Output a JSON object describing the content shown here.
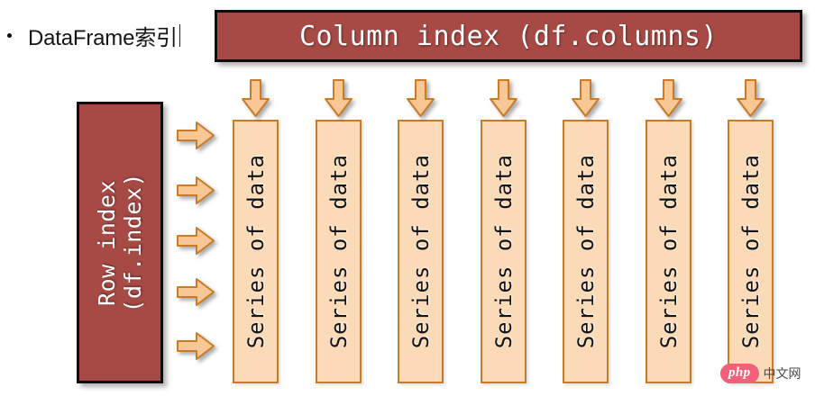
{
  "slide": {
    "bullet": {
      "marker": "•",
      "text": "DataFrame索引",
      "caret_visible": true
    },
    "column_header": {
      "label": "Column index (df.columns)",
      "fill_color": "#A74A45",
      "border_color": "#0d0d0d",
      "text_color": "#ffffff"
    },
    "row_header": {
      "line1": "Row index",
      "line2": "(df.index)",
      "orientation": "vertical-bottom-to-top",
      "fill_color": "#A74A45",
      "border_color": "#0d0d0d",
      "text_color": "#ffffff"
    },
    "series_columns": {
      "count": 7,
      "label": "Series of data",
      "orientation": "vertical-bottom-to-top",
      "fill_color": "#FBDAB8",
      "border_color": "#C97B28",
      "text_color": "#141414",
      "items": [
        {
          "label": "Series of data"
        },
        {
          "label": "Series of data"
        },
        {
          "label": "Series of data"
        },
        {
          "label": "Series of data"
        },
        {
          "label": "Series of data"
        },
        {
          "label": "Series of data"
        },
        {
          "label": "Series of data"
        }
      ]
    },
    "down_arrows": {
      "count": 7,
      "fill_color": "#F9C795",
      "border_color": "#C97B28"
    },
    "right_arrows": {
      "count": 5,
      "fill_color": "#F9C795",
      "border_color": "#C97B28"
    },
    "watermark": {
      "badge": "php",
      "text": "中文网",
      "badge_color": "#F2607A",
      "text_color": "#4a4a4a"
    }
  }
}
